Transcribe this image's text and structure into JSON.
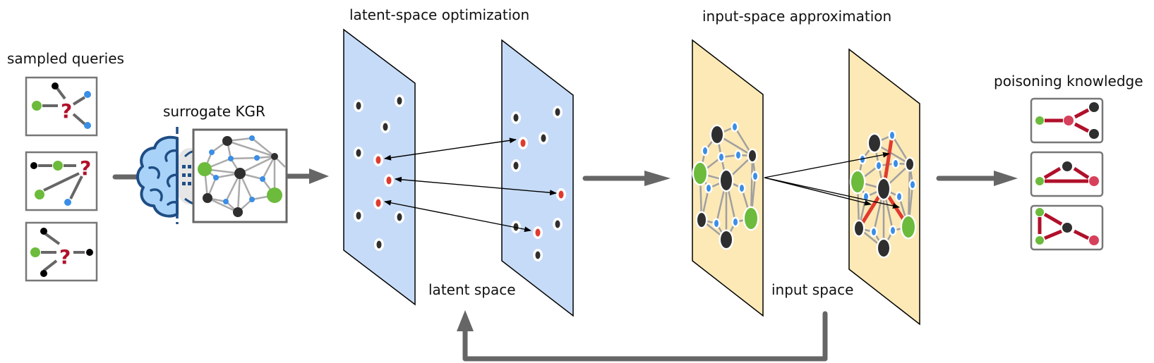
{
  "labels": {
    "sampled_queries": "sampled queries",
    "surrogate_kgr": "surrogate KGR",
    "latent_space_optimization": "latent-space optimization",
    "latent_space": "latent space",
    "input_space_approximation": "input-space approximation",
    "input_space": "input space",
    "poisoning_knowledge": "poisoning knowledge"
  },
  "query_glyph": "?",
  "colors": {
    "latent_plane": "#c6dbf7",
    "input_plane": "#fde9b6",
    "flow_arrow": "#666666",
    "green_node": "#6cbb3c",
    "blue_node": "#3a8ee6",
    "dark_node": "#2f2f2f",
    "red_node": "#e03a2e",
    "poison_edge": "#b0102a",
    "poison_node": "#d6405a",
    "query_mark": "#b0102a",
    "brain_fill": "#a8d2f7",
    "brain_stroke": "#1f4e85"
  }
}
